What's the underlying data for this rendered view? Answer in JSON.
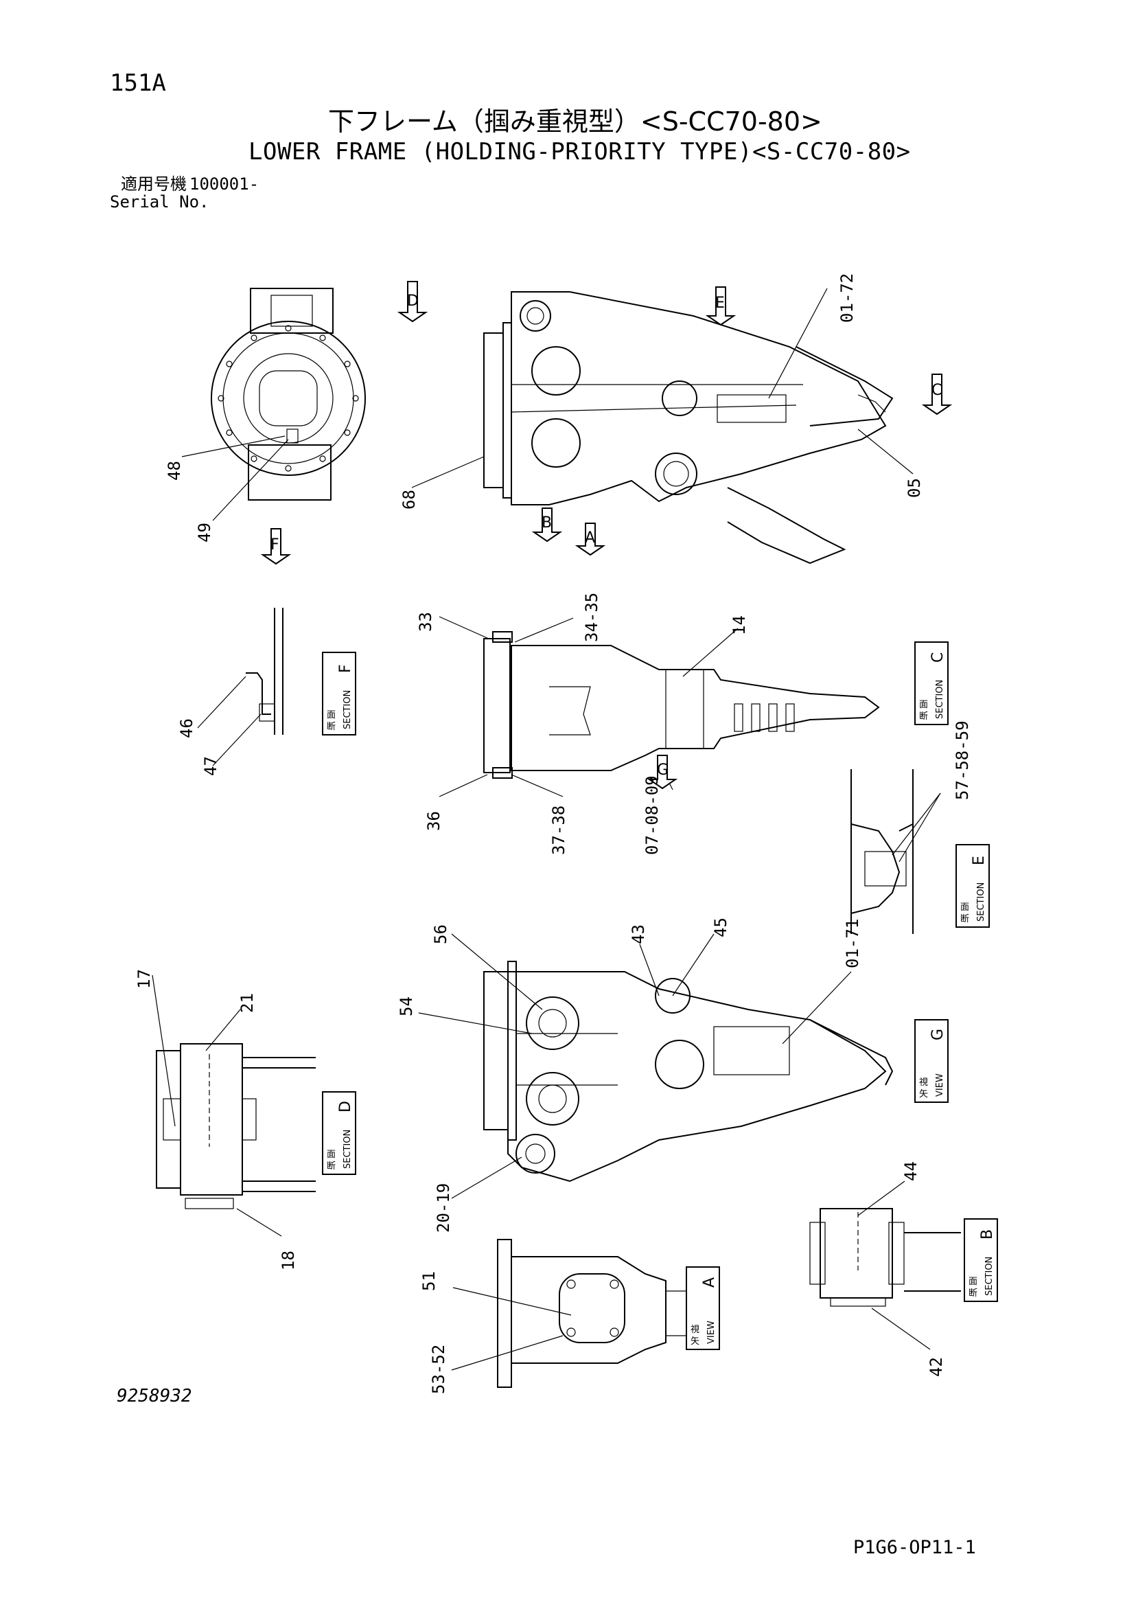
{
  "header": {
    "page_number": "151A",
    "title_jp": "下フレーム（掴み重視型）<S-CC70-80>",
    "title_en": "LOWER FRAME (HOLDING-PRIORITY TYPE)<S-CC70-80>",
    "serial_label_jp": "適用号機",
    "serial_value": "100001-",
    "serial_label_en": "Serial No."
  },
  "footer": {
    "drawing_number": "9258932",
    "reference_code": "P1G6-OP11-1"
  },
  "arrow_letters": {
    "d": "D",
    "e": "E",
    "c": "C",
    "f": "F",
    "b": "B",
    "a": "A",
    "g": "G"
  },
  "boxes": {
    "section_word": "SECTION",
    "view_word": "VIEW",
    "section_jp_1": "断",
    "section_jp_2": "面",
    "view_jp_1": "矢",
    "view_jp_2": "視",
    "letter_f": "F",
    "letter_c": "C",
    "letter_e": "E",
    "letter_d": "D",
    "letter_g": "G",
    "letter_a": "A",
    "letter_b": "B"
  },
  "part_labels": {
    "p48": "48",
    "p49": "49",
    "p68": "68",
    "p01_72": "01-72",
    "p05": "05",
    "p33": "33",
    "p34_35": "34-35",
    "p14": "14",
    "p46": "46",
    "p47": "47",
    "p36": "36",
    "p37_38": "37-38",
    "p07_09": "07-08-09",
    "p57_59": "57-58-59",
    "p17": "17",
    "p21": "21",
    "p18": "18",
    "p56": "56",
    "p54": "54",
    "p43": "43",
    "p45": "45",
    "p01_71": "01-71",
    "p20_19": "20-19",
    "p44": "44",
    "p42": "42",
    "p51": "51",
    "p53_52": "53-52"
  }
}
